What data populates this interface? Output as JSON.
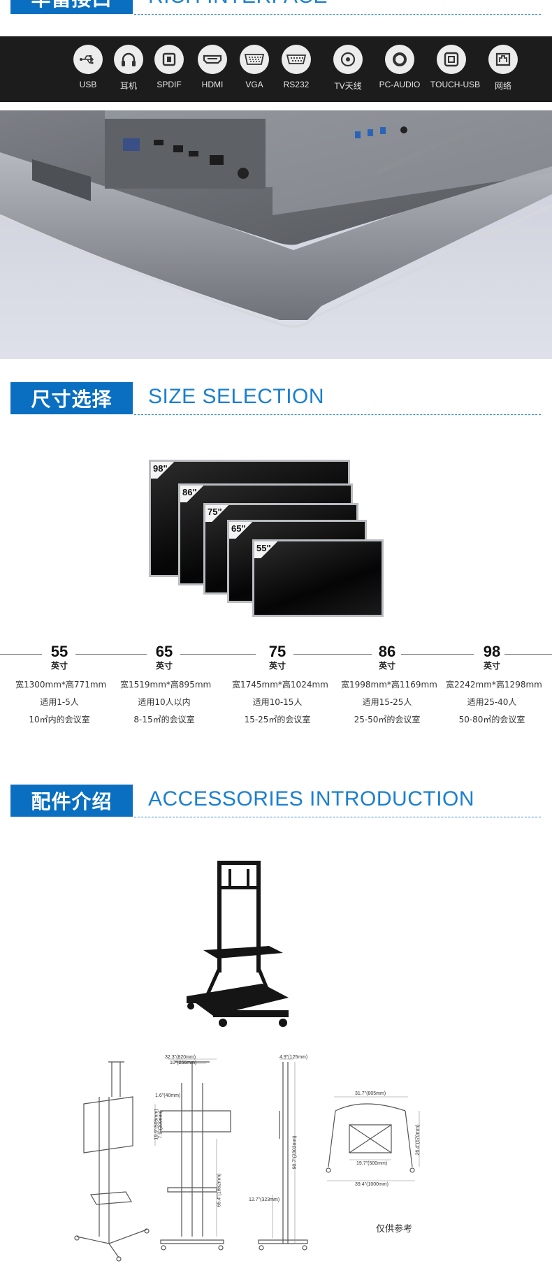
{
  "interface_section": {
    "title_cn": "丰富接口",
    "title_en": "RICH INTERFACE"
  },
  "ports": [
    {
      "label": "USB",
      "icon": "usb-icon"
    },
    {
      "label": "耳机",
      "icon": "headphone-icon"
    },
    {
      "label": "SPDIF",
      "icon": "spdif-icon"
    },
    {
      "label": "HDMI",
      "icon": "hdmi-icon"
    },
    {
      "label": "VGA",
      "icon": "vga-icon"
    },
    {
      "label": "RS232",
      "icon": "rs232-icon"
    },
    {
      "label": "TV天线",
      "icon": "tv-antenna-icon"
    },
    {
      "label": "PC-AUDIO",
      "icon": "pc-audio-icon"
    },
    {
      "label": "TOUCH-USB",
      "icon": "touch-usb-icon"
    },
    {
      "label": "网络",
      "icon": "network-icon"
    }
  ],
  "size_section": {
    "title_cn": "尺寸选择",
    "title_en": "SIZE SELECTION"
  },
  "screen_tags": [
    "98\"",
    "86\"",
    "75\"",
    "65\"",
    "55\""
  ],
  "sizes": [
    {
      "num": "55",
      "unit": "英寸",
      "dims": "宽1300mm*高771mm",
      "people": "适用1-5人",
      "room": "10㎡内的会议室"
    },
    {
      "num": "65",
      "unit": "英寸",
      "dims": "宽1519mm*高895mm",
      "people": "适用10人以内",
      "room": "8-15㎡的会议室"
    },
    {
      "num": "75",
      "unit": "英寸",
      "dims": "宽1745mm*高1024mm",
      "people": "适用10-15人",
      "room": "15-25㎡的会议室"
    },
    {
      "num": "86",
      "unit": "英寸",
      "dims": "宽1998mm*高1169mm",
      "people": "适用15-25人",
      "room": "25-50㎡的会议室"
    },
    {
      "num": "98",
      "unit": "英寸",
      "dims": "宽2242mm*高1298mm",
      "people": "适用25-40人",
      "room": "50-80㎡的会议室"
    }
  ],
  "accessories_section": {
    "title_cn": "配件介绍",
    "title_en": "ACCESSORIES INTRODUCTION"
  },
  "dimensions": {
    "top_width": "32.3\"(820mm)",
    "mount_width": "10\"(256mm)",
    "gap_small": "1.6\"(40mm)",
    "plate_h1": "19.9\"(505mm)",
    "plate_h2": "7.9\"(200mm)",
    "column_h": "65.4\"(1662mm)",
    "depth_top": "4.9\"(125mm)",
    "total_h": "90.7\"(2303mm)",
    "shelf_h": "12.7\"(323mm)",
    "base_w1": "31.7\"(805mm)",
    "base_d": "26.4\"(670mm)",
    "base_w2": "19.7\"(500mm)",
    "base_w3": "39.4\"(1000mm)"
  },
  "reference_note": "仅供参考",
  "colors": {
    "accent_blue": "#0a6fc0",
    "port_bar": "#1c1c1c"
  }
}
